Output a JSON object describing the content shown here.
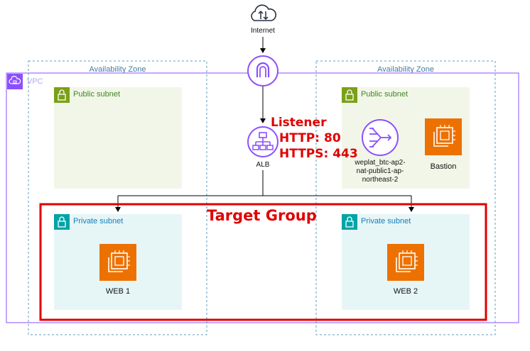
{
  "internet": {
    "label": "Internet"
  },
  "availability_zones": [
    {
      "label": "Availability Zone"
    },
    {
      "label": "Availability Zone"
    }
  ],
  "vpc": {
    "label": "VPC"
  },
  "public_subnets": [
    {
      "label": "Public subnet"
    },
    {
      "label": "Public subnet"
    }
  ],
  "private_subnets": [
    {
      "label": "Private subnet"
    },
    {
      "label": "Private subnet"
    }
  ],
  "alb": {
    "label": "ALB"
  },
  "listener": {
    "title": "Listener",
    "http": "HTTP: 80",
    "https": "HTTPS: 443"
  },
  "nat": {
    "label_line1": "weplat_btc-ap2-",
    "label_line2": "nat-public1-ap-",
    "label_line3": "northeast-2"
  },
  "bastion": {
    "label": "Bastion"
  },
  "target_group": {
    "label": "Target Group"
  },
  "web1": {
    "label": "WEB 1"
  },
  "web2": {
    "label": "WEB 2"
  },
  "colors": {
    "az_border": "#5b9ec4",
    "vpc_border": "#8c4fff",
    "target_group_border": "#e00000",
    "ec2": "#ed7100",
    "public_subnet": "#3f8624",
    "private_subnet": "#147eba",
    "alb": "#8c4fff"
  }
}
